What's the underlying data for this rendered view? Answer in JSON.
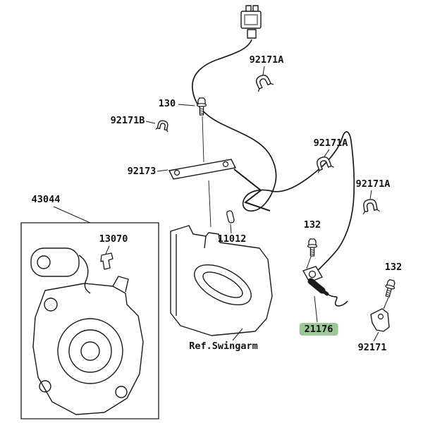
{
  "diagram": {
    "background": "#ffffff",
    "line_color": "#1a1a1a",
    "highlight_color": "#9cc89a",
    "ref_label": "Ref.Swingarm",
    "parts": [
      {
        "id": "92171A-top",
        "label": "92171A"
      },
      {
        "id": "130",
        "label": "130"
      },
      {
        "id": "92171B",
        "label": "92171B"
      },
      {
        "id": "92173",
        "label": "92173"
      },
      {
        "id": "92171A-mid",
        "label": "92171A"
      },
      {
        "id": "92171A-right",
        "label": "92171A"
      },
      {
        "id": "43044",
        "label": "43044"
      },
      {
        "id": "13070",
        "label": "13070"
      },
      {
        "id": "11012",
        "label": "11012"
      },
      {
        "id": "132-left",
        "label": "132"
      },
      {
        "id": "132-right",
        "label": "132"
      },
      {
        "id": "21176",
        "label": "21176",
        "highlighted": true
      },
      {
        "id": "92171",
        "label": "92171"
      }
    ]
  }
}
